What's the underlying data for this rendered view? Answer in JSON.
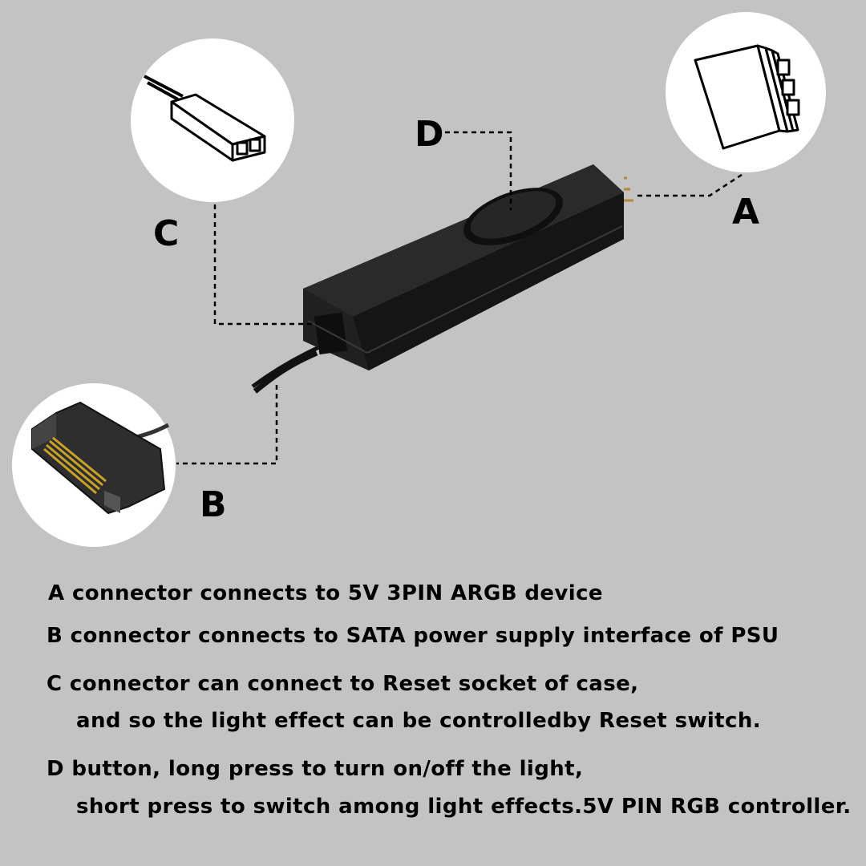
{
  "labels": {
    "a": "A",
    "b": "B",
    "c": "C",
    "d": "D"
  },
  "descriptions": {
    "a": "A connector connects to 5V 3PIN ARGB device",
    "b": "B connector connects to SATA power supply interface of PSU",
    "c_line1": "C connector can connect to Reset socket of case,",
    "c_line2": "and so the light effect can be controlledby Reset switch.",
    "d_line1": "D button, long press to turn on/off the light,",
    "d_line2": "short press to switch among light effects.5V PIN RGB controller."
  },
  "colors": {
    "background": "#c3c3c3",
    "device_body": "#1c1c1c",
    "circle_fill": "#ffffff",
    "text": "#000000"
  }
}
